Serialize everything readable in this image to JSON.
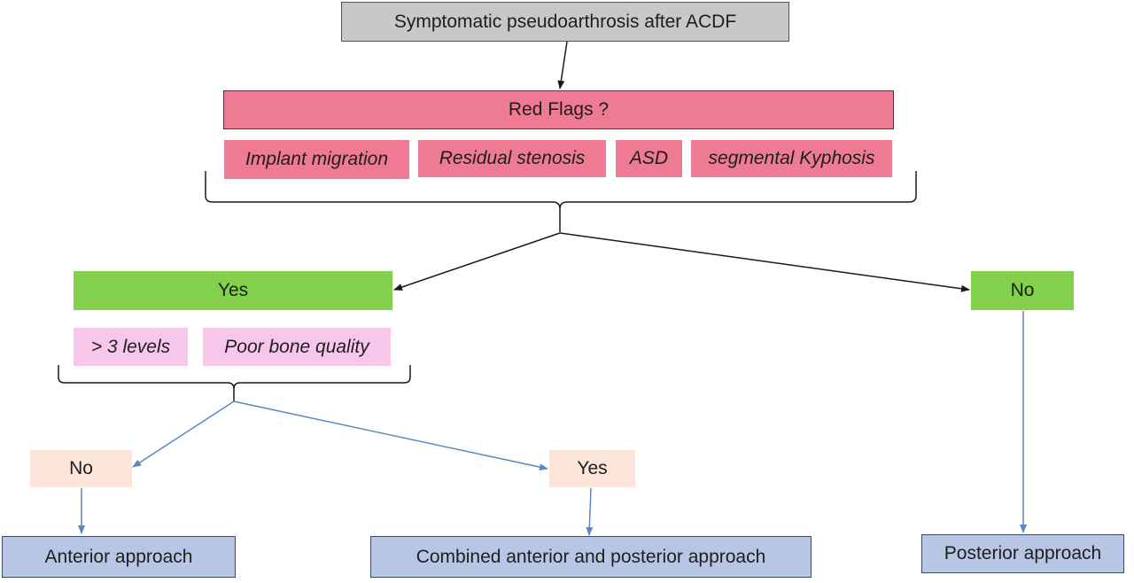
{
  "colors": {
    "gray": "#c8c8c8",
    "red_flag": "#ee7a93",
    "green": "#83d04d",
    "light_pink": "#f7c6ea",
    "peach": "#fbe4d8",
    "blue": "#b7c6e4",
    "black_arrow": "#1a1a1a",
    "blue_arrow": "#5b87c4"
  },
  "nodes": {
    "start": "Symptomatic pseudoarthrosis after ACDF",
    "red_flags": "Red Flags ?",
    "flags": [
      "Implant migration",
      "Residual stenosis",
      "ASD",
      "segmental Kyphosis"
    ],
    "yes": "Yes",
    "no": "No",
    "criteria": [
      "> 3 levels",
      "Poor bone quality"
    ],
    "sub_no": "No",
    "sub_yes": "Yes",
    "anterior": "Anterior approach",
    "combined": "Combined anterior and posterior approach",
    "posterior": "Posterior approach"
  }
}
